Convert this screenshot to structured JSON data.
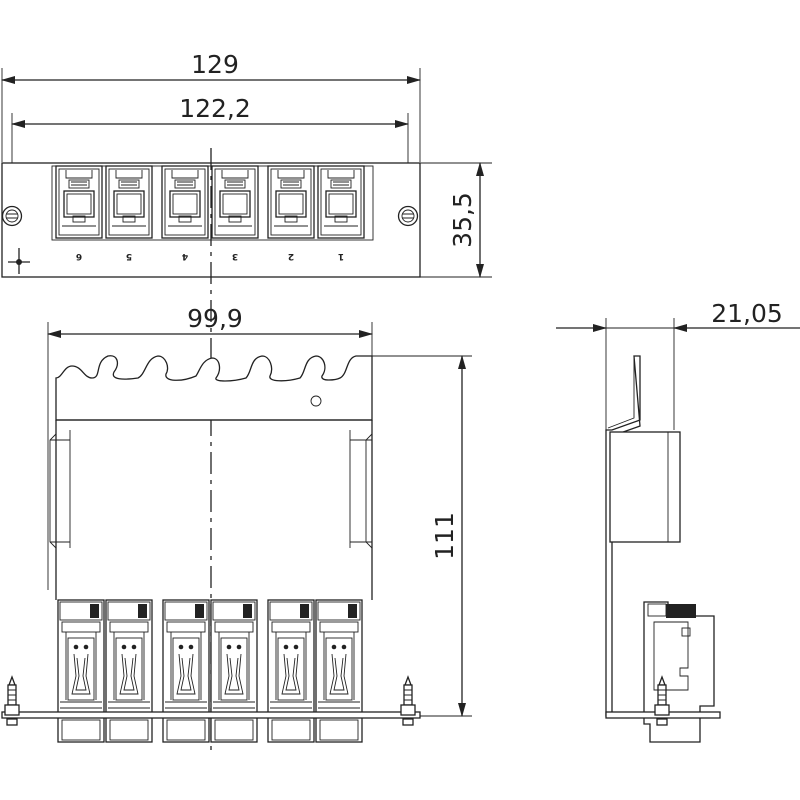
{
  "dimensions": {
    "overall_width": "129",
    "hole_spacing": "122,2",
    "panel_height": "35,5",
    "bracket_width": "99,9",
    "bracket_height": "111",
    "side_depth": "21,05"
  },
  "front_view": {
    "port_numbers": [
      "6",
      "5",
      "4",
      "3",
      "2",
      "1"
    ]
  },
  "colors": {
    "line": "#222222",
    "background": "#ffffff"
  }
}
